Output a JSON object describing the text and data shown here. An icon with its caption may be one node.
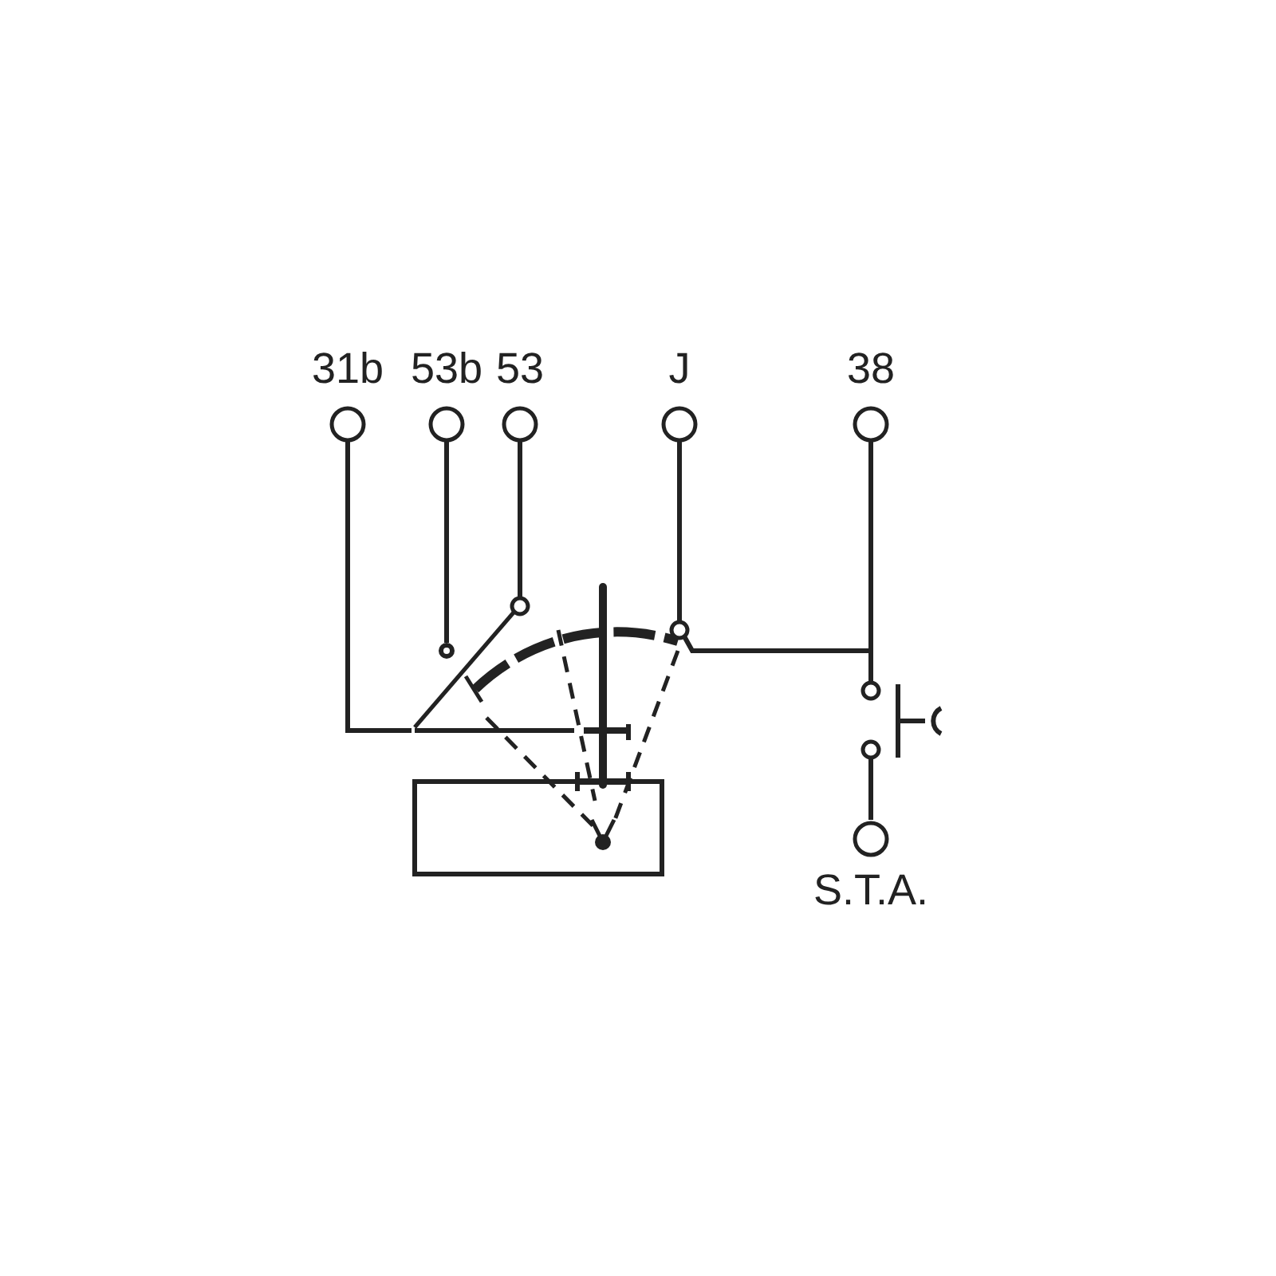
{
  "diagram": {
    "nodes": [
      {
        "text": [
          "31b"
        ]
      },
      {
        "text": [
          "53b"
        ]
      },
      {
        "text": [
          "53"
        ]
      },
      {
        "text": [
          "J"
        ]
      },
      {
        "text": [
          "38"
        ]
      },
      {
        "text": [
          "S.T.A."
        ]
      },
      {
        "text": [],
        "shape": "switch"
      },
      {
        "text": [],
        "shape": "button"
      }
    ],
    "edges": [
      {
        "from": 0,
        "to": 6,
        "arrow": "none"
      },
      {
        "from": 1,
        "to": 6,
        "arrow": "none"
      },
      {
        "from": 2,
        "to": 6,
        "arrow": "none"
      },
      {
        "from": 3,
        "to": 6,
        "arrow": "none"
      },
      {
        "from": 6,
        "to": 4,
        "arrow": "none"
      },
      {
        "from": 4,
        "to": 7,
        "arrow": "none"
      },
      {
        "from": 7,
        "to": 5,
        "arrow": "none"
      }
    ]
  }
}
